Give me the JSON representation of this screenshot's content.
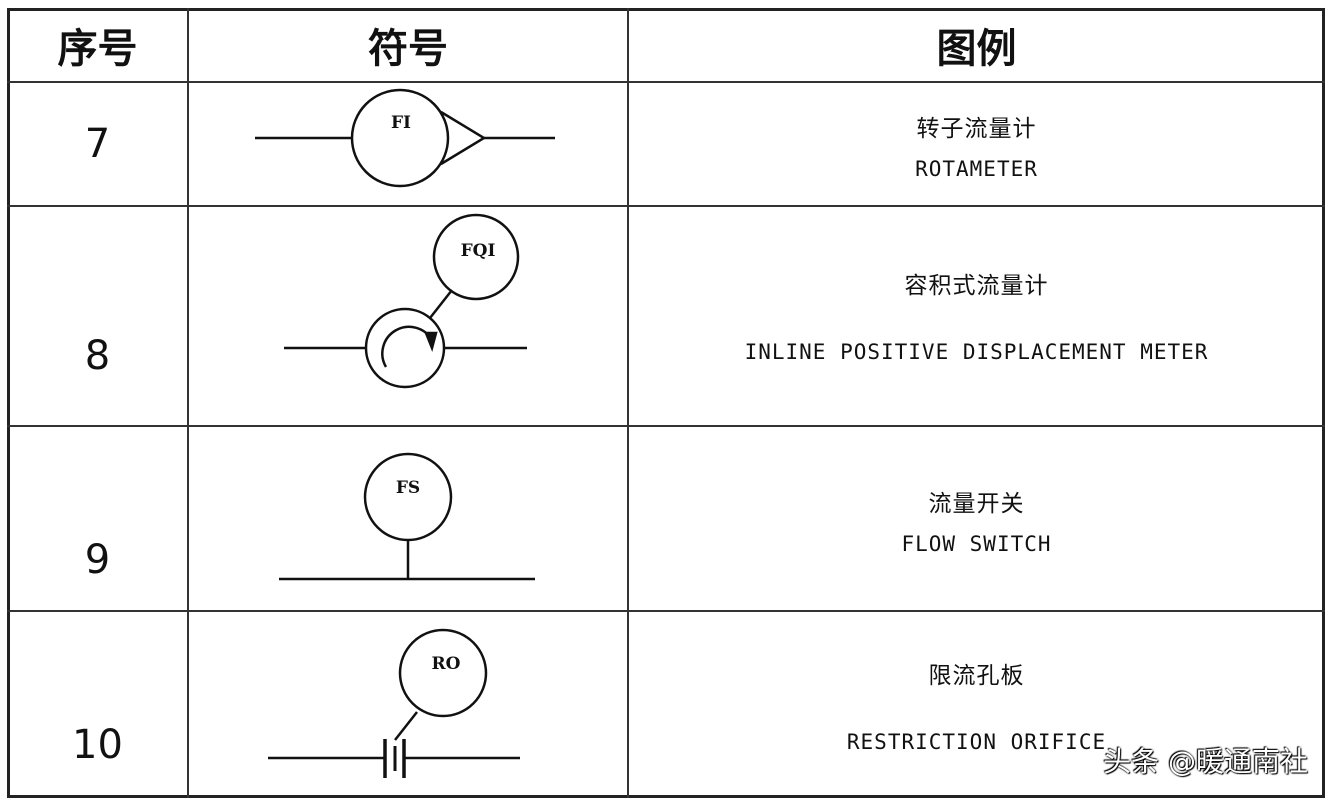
{
  "header": {
    "no": "序号",
    "symbol": "符号",
    "legend": "图例"
  },
  "rows": [
    {
      "no": "7",
      "tag": "FI",
      "zh": "转子流量计",
      "en": "ROTAMETER"
    },
    {
      "no": "8",
      "tag": "FQI",
      "zh": "容积式流量计",
      "en": "INLINE POSITIVE DISPLACEMENT METER"
    },
    {
      "no": "9",
      "tag": "FS",
      "zh": "流量开关",
      "en": "FLOW SWITCH"
    },
    {
      "no": "10",
      "tag": "RO",
      "zh": "限流孔板",
      "en": "RESTRICTION ORIFICE"
    }
  ],
  "watermark": "头条 @暖通南社"
}
